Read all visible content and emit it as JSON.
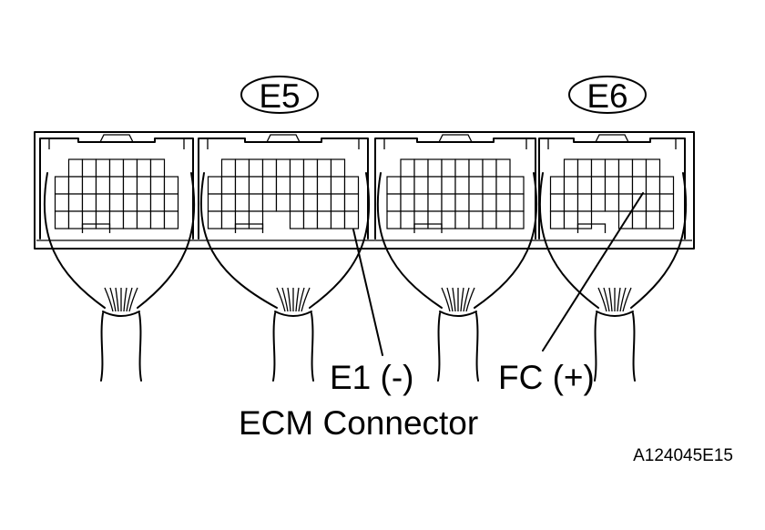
{
  "diagram": {
    "connector_labels": [
      {
        "id": "e5",
        "text": "E5"
      },
      {
        "id": "e6",
        "text": "E6"
      }
    ],
    "terminal_labels": [
      {
        "id": "e1",
        "text": "E1 (-)"
      },
      {
        "id": "fc",
        "text": "FC (+)"
      }
    ],
    "caption": "ECM Connector",
    "figure_id": "A124045E15"
  }
}
